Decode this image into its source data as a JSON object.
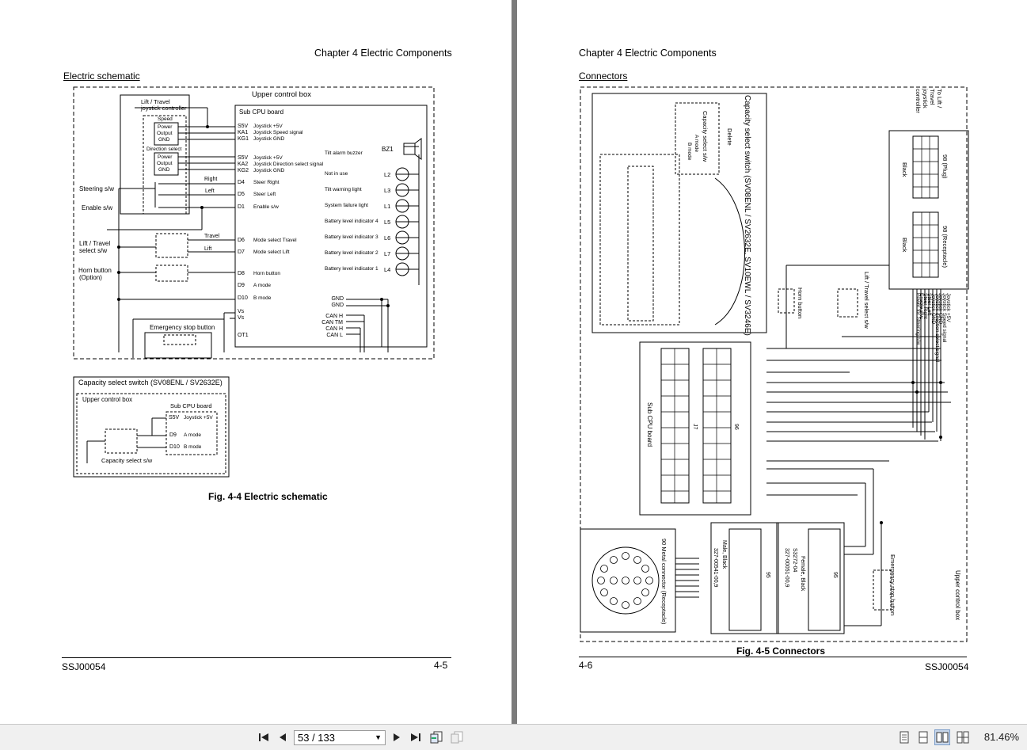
{
  "left_page": {
    "chapter_header": "Chapter 4   Electric Components",
    "section_title": "Electric schematic",
    "figure_caption": "Fig. 4-4 Electric schematic",
    "doc_code": "SSJ00054",
    "page_number": "4-5",
    "schematic": {
      "upper_control_box": "Upper control box",
      "sub_cpu_board": "Sub CPU board",
      "joystick_title_1": "Lift / Travel",
      "joystick_title_2": "joystick controller",
      "speed": "Speed",
      "direction_select": "Direction select",
      "power": "Power",
      "output": "Output",
      "gnd": "GND",
      "steering_sw": "Steering s/w",
      "enable_sw": "Enable s/w",
      "lift_travel_sw_1": "Lift / Travel",
      "lift_travel_sw_2": "select s/w",
      "horn_button_1": "Horn button",
      "horn_button_2": "(Option)",
      "emergency_stop": "Emergency stop button",
      "travel": "Travel",
      "lift": "Lift",
      "right": "Right",
      "left": "Left",
      "tilt_alarm_buzzer": "Tilt alarm buzzer",
      "bz1": "BZ1",
      "pins": [
        "S5V",
        "KA1",
        "KG1",
        "S5V",
        "KA2",
        "KG2",
        "D4",
        "D5",
        "D1",
        "D6",
        "D7",
        "D8",
        "D9",
        "D10",
        "Vs",
        "Vs",
        "OT1"
      ],
      "pin_descriptions": [
        "Joystick +5V",
        "Joystick Speed signal",
        "Joystick GND",
        "Joystick +5V",
        "Joystick Direction select signal",
        "Joystick GND",
        "Steer Right",
        "Steer Left",
        "Enable s/w",
        "Mode select Travel",
        "Mode select Lift",
        "Horn button",
        "A mode",
        "B mode"
      ],
      "indicators": [
        {
          "label": "Not in use",
          "ref": "L2"
        },
        {
          "label": "Tilt warning light",
          "ref": "L3"
        },
        {
          "label": "System failure light",
          "ref": "L1"
        },
        {
          "label": "Battery level indicator 4",
          "ref": "L5"
        },
        {
          "label": "Battery level indicator 3",
          "ref": "L6"
        },
        {
          "label": "Battery level indicator 2",
          "ref": "L7"
        },
        {
          "label": "Battery level indicator 1",
          "ref": "L4"
        }
      ],
      "bottom_terms": [
        "GND",
        "GND",
        "CAN H",
        "CAN TM",
        "CAN H",
        "CAN L"
      ]
    },
    "capacity_box": {
      "title": "Capacity select switch (SV08ENL / SV2632E)",
      "upper_control_box": "Upper control box",
      "sub_cpu_board": "Sub CPU board",
      "s5v": "S5V",
      "s5v_desc": "Joystick +5V",
      "d9": "D9",
      "d9_desc": "A mode",
      "d10": "D10",
      "d10_desc": "B mode",
      "capacity_sw": "Capacity select s/w"
    }
  },
  "right_page": {
    "chapter_header": "Chapter 4   Electric Components",
    "section_title": "Connectors",
    "figure_caption": "Fig. 4-5 Connectors",
    "doc_code": "SSJ00054",
    "page_number": "4-6",
    "rotated_labels": {
      "capacity_switch": "Capacity select switch (SV08ENL / SV2632E, SV10EWL / SV3246E)",
      "capacity_sw": "Capacity select s/w",
      "delete": "Delete",
      "a_mode": "A mode",
      "b_mode": "B mode",
      "to_joystick": "To Lift / Travel joystick controller",
      "plug": "98 (Plug)",
      "receptacle": "98 (Receptacle)",
      "black": "Black",
      "horn_button": "Horn button",
      "lift_travel_sw": "Lift / Travel select s/w",
      "sub_cpu_board": "Sub CPU board",
      "emergency_stop": "Emergency stop button",
      "upper_control_box": "Upper control box",
      "metal_connector": "90 Metal connector (Receptacle)",
      "male_black": "Male, Black",
      "male_part": "327-00541-00,9",
      "female_black": "Female, Black",
      "female_part": "327-00051-00,9",
      "s3272": "S3272-04",
      "c95a": "95",
      "c95b": "95",
      "c96": "96",
      "j7": "J7"
    },
    "signal_labels": [
      "Joystick +5V",
      "Joystick Speed signal",
      "Joystick GND",
      "Joystick direction select signal",
      "Joystick GND",
      "Steer Left",
      "Steer Right",
      "Enable s/w",
      "Power for Steering s/w"
    ]
  },
  "toolbar": {
    "page_indicator": "53 / 133",
    "zoom": "81.46%"
  }
}
